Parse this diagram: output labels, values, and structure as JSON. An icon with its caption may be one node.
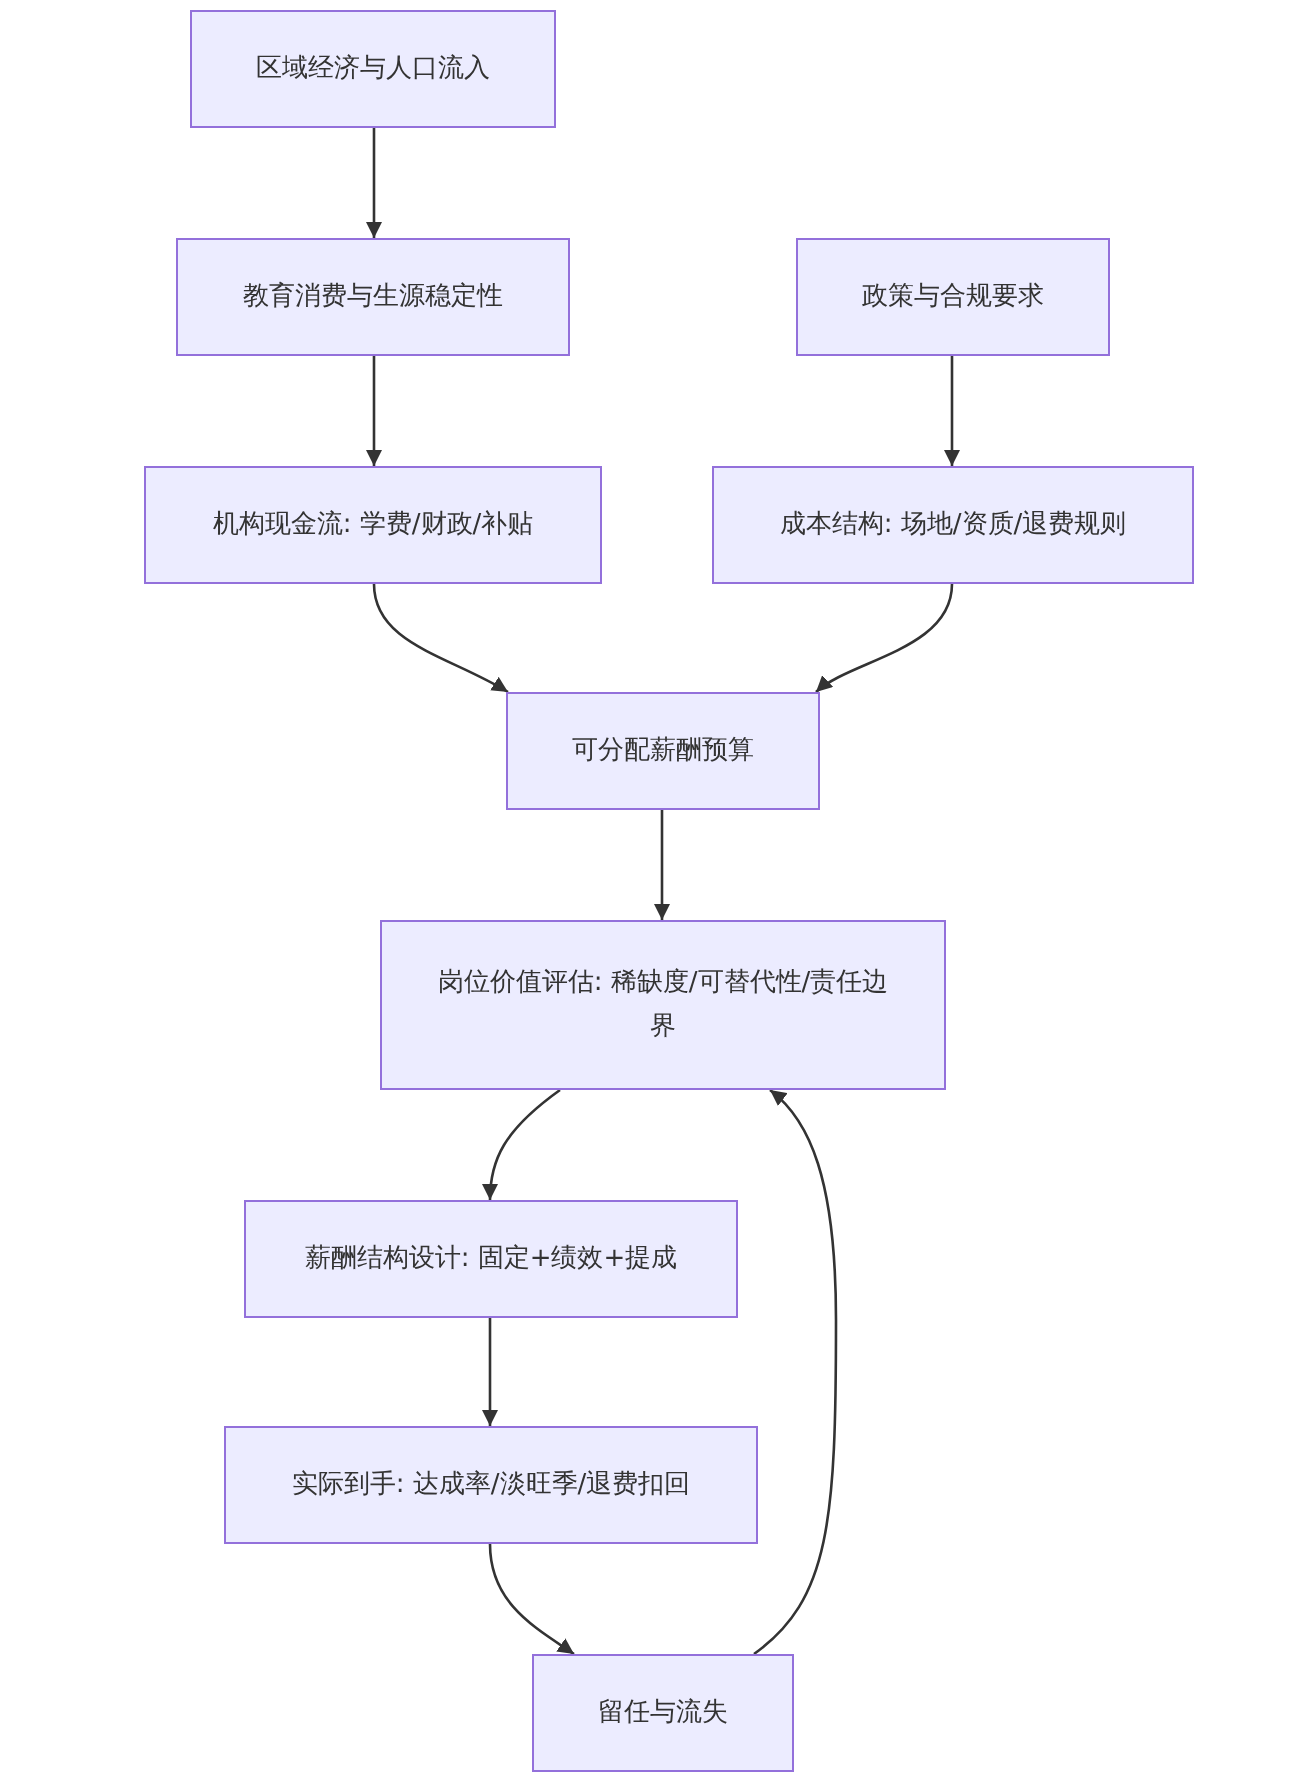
{
  "diagram": {
    "nodes": [
      {
        "text": [
          "区域经济与人口流入"
        ]
      },
      {
        "text": [
          "教育消费与生源稳定性"
        ]
      },
      {
        "text": [
          "政策与合规要求"
        ]
      },
      {
        "text": [
          "机构现金流: 学费/财政/补贴"
        ]
      },
      {
        "text": [
          "成本结构: 场地/资质/退费规则"
        ]
      },
      {
        "text": [
          "可分配薪酬预算"
        ]
      },
      {
        "text": [
          "岗位价值评估: 稀缺度/可替代性/责任边界"
        ]
      },
      {
        "text": [
          "薪酬结构设计: 固定+绩效+提成"
        ]
      },
      {
        "text": [
          "实际到手: 达成率/淡旺季/退费扣回"
        ]
      },
      {
        "text": [
          "留任与流失"
        ]
      }
    ],
    "edges": [
      {
        "from": 0,
        "to": 1,
        "arrow": "to"
      },
      {
        "from": 1,
        "to": 3,
        "arrow": "to"
      },
      {
        "from": 2,
        "to": 4,
        "arrow": "to"
      },
      {
        "from": 3,
        "to": 5,
        "arrow": "to"
      },
      {
        "from": 4,
        "to": 5,
        "arrow": "to"
      },
      {
        "from": 5,
        "to": 6,
        "arrow": "to"
      },
      {
        "from": 6,
        "to": 7,
        "arrow": "to"
      },
      {
        "from": 7,
        "to": 8,
        "arrow": "to"
      },
      {
        "from": 8,
        "to": 9,
        "arrow": "to"
      },
      {
        "from": 9,
        "to": 6,
        "arrow": "to"
      }
    ]
  }
}
